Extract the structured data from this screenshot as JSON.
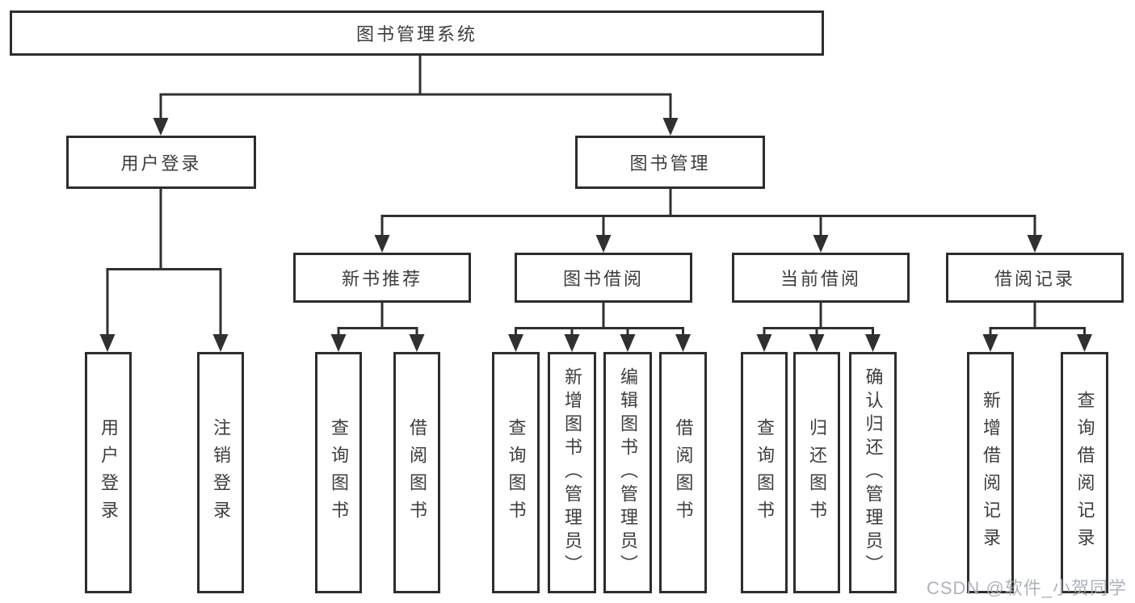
{
  "tree": {
    "root": "图书管理系统",
    "user_login": {
      "label": "用户登录",
      "children": [
        "用户登录",
        "注销登录"
      ]
    },
    "book_mgmt": {
      "label": "图书管理",
      "sections": {
        "new_books": {
          "label": "新书推荐",
          "children": [
            "查询图书",
            "借阅图书"
          ]
        },
        "book_borrow": {
          "label": "图书借阅",
          "children": [
            "查询图书",
            "新增图书（管理员）",
            "编辑图书（管理员）",
            "借阅图书"
          ]
        },
        "current_borrow": {
          "label": "当前借阅",
          "children": [
            "查询图书",
            "归还图书",
            "确认归还（管理员）"
          ]
        },
        "borrow_records": {
          "label": "借阅记录",
          "children": [
            "新增借阅记录",
            "查询借阅记录"
          ]
        }
      }
    }
  },
  "watermark": {
    "text": "CSDN @软件_小贺同学"
  },
  "colors": {
    "line": "#303030",
    "border": "#2d2d2d",
    "text": "#3d3d3d",
    "watermark": "#a8adb8",
    "background": "#ffffff"
  }
}
